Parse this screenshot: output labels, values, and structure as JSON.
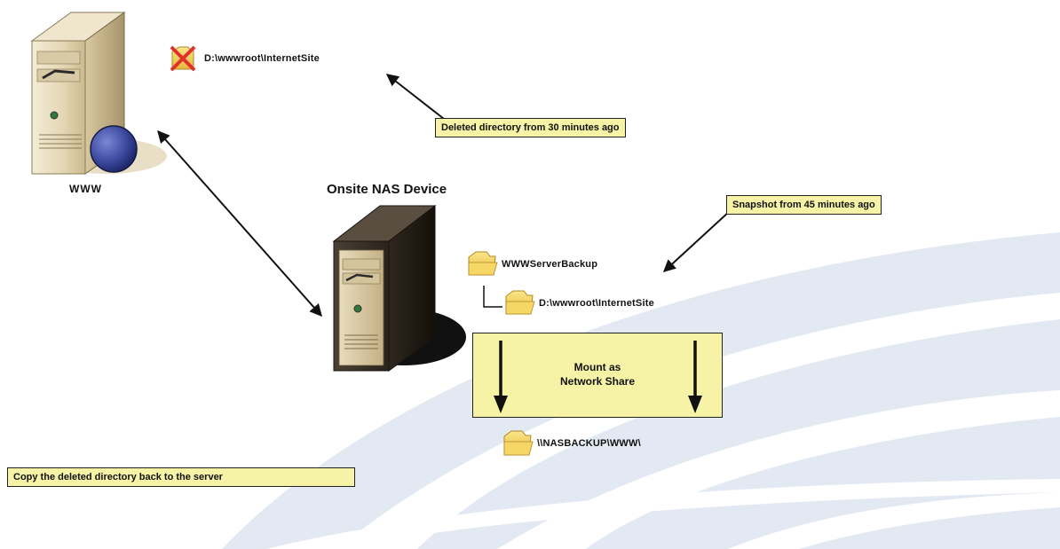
{
  "servers": {
    "www_label": "WWW",
    "nas_label": "Onsite NAS Device"
  },
  "paths": {
    "deleted_path": "D:\\wwwroot\\InternetSite",
    "backup_folder": "WWWServerBackup",
    "snapshot_path": "D:\\wwwroot\\InternetSite",
    "network_share": "\\\\NASBACKUP\\WWW\\"
  },
  "callouts": {
    "deleted": "Deleted directory from  30 minutes ago",
    "snapshot": "Snapshot from  45 minutes ago",
    "copy_back": "Copy the deleted directory back to the server"
  },
  "mount": {
    "line1": "Mount as",
    "line2": "Network Share"
  },
  "icons": {
    "server": "server-icon",
    "globe": "globe-icon",
    "folder": "folder-icon",
    "deleted": "deleted-folder-icon"
  },
  "colors": {
    "callout_fill": "#f7f3a6",
    "swoosh": "#dfe6f2",
    "folder": "#f3cf52",
    "globe": "#3c4aa0",
    "delete_mark": "#e0312b"
  }
}
